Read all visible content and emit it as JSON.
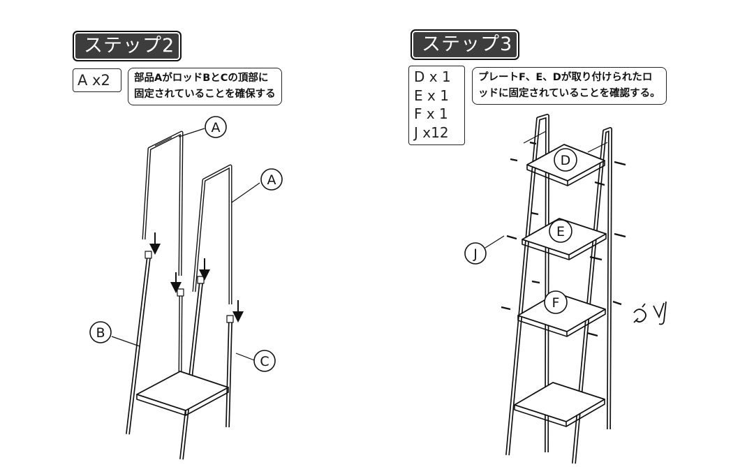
{
  "step2": {
    "title": "ステップ2",
    "quantities": [
      "A x2"
    ],
    "note_lines": [
      "部品AがロッドBとCの頂部に",
      "固定されていることを確保する"
    ],
    "labels": {
      "a_top": "A",
      "a_right": "A",
      "b": "B",
      "c": "C"
    }
  },
  "step3": {
    "title": "ステップ3",
    "quantities": [
      "D x 1",
      "E x 1",
      "F x 1",
      "J x12"
    ],
    "note_lines": [
      "プレートF、E、Dが取り付けられたロ",
      "ッドに固定されていることを確認する。"
    ],
    "labels": {
      "d": "D",
      "e": "E",
      "f": "F",
      "j": "J"
    }
  }
}
